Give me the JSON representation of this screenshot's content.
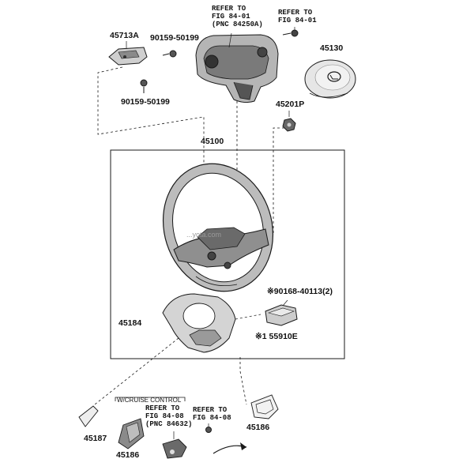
{
  "labels": {
    "ref_fig_84_01_pnc": [
      "REFER TO",
      "FIG 84-01",
      "(PNC 84250A)"
    ],
    "ref_fig_84_01": [
      "REFER TO",
      "FIG 84-01"
    ],
    "part_45713A": "45713A",
    "part_90159_50199_upper": "90159-50199",
    "part_90159_50199_lower": "90159-50199",
    "part_45130": "45130",
    "part_45201P": "45201P",
    "part_45100": "45100",
    "part_90168_40113": "※90168-40113(2)",
    "part_45184": "45184",
    "part_55910E": "※1 55910E",
    "note_cruise_control": "W/CRUISE CONTROL",
    "ref_fig_84_08_pnc": [
      "REFER TO",
      "FIG 84-08",
      "(PNC 84632)"
    ],
    "ref_fig_84_08": [
      "REFER TO",
      "FIG 84-08"
    ],
    "part_45187": "45187",
    "part_45186_left": "45186",
    "part_45186_right": "45186",
    "watermark": "...yota.com"
  },
  "colors": {
    "line": "#1a1a1a",
    "part_fill_light": "#d9d9d9",
    "part_fill_mid": "#a8a8a8",
    "part_fill_dark": "#4a4a4a"
  }
}
